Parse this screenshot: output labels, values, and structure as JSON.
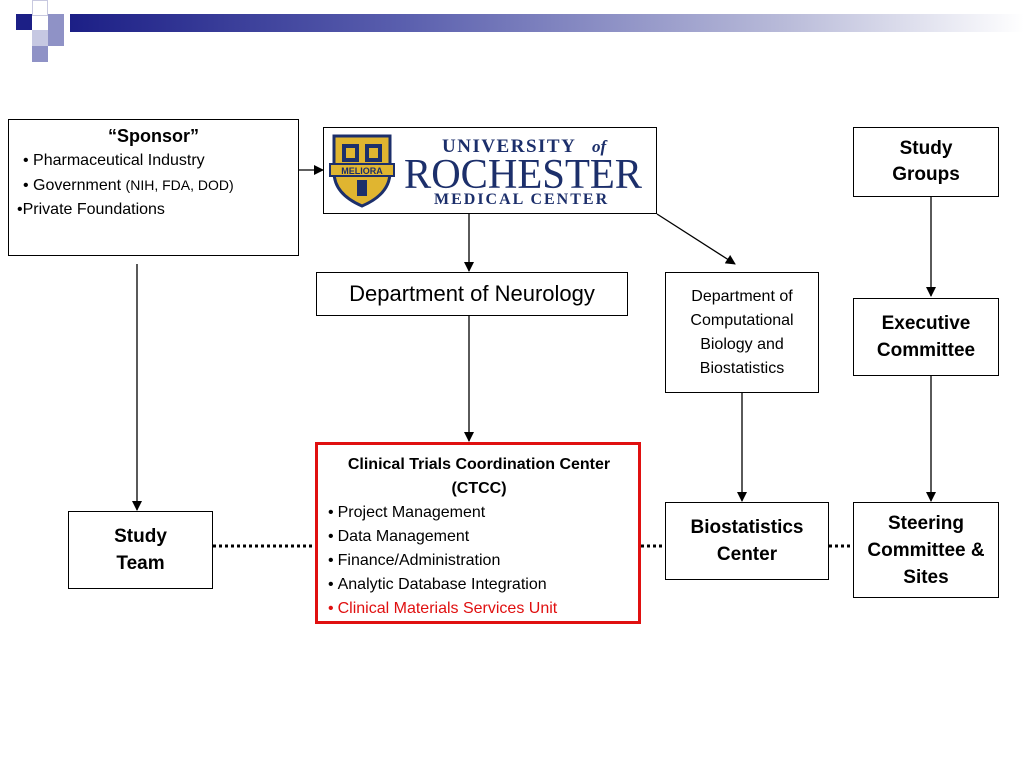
{
  "sponsor": {
    "title": "“Sponsor”",
    "items": [
      {
        "main": "Pharmaceutical Industry",
        "sub": ""
      },
      {
        "main": "Government",
        "sub": "(NIH, FDA, DOD)"
      },
      {
        "main": "Private Foundations",
        "sub": ""
      }
    ]
  },
  "logo": {
    "line1": "UNIVERSITY",
    "of": "of",
    "line2": "ROCHESTER",
    "line3": "MEDICAL CENTER",
    "crest_text": "MELIORA",
    "colors": {
      "navy": "#1c2f6b",
      "gold": "#e0b530"
    }
  },
  "study_groups": "Study Groups",
  "neurology": "Department of Neurology",
  "biostat_dept": "Department of Computational Biology and Biostatistics",
  "executive": "Executive Committee",
  "ctcc": {
    "title": "Clinical Trials Coordination Center (CTCC)",
    "items": [
      "Project Management",
      "Data Management",
      "Finance/Administration",
      "Analytic Database Integration"
    ],
    "highlight_item": "Clinical Materials Services Unit",
    "border_color": "#e01010"
  },
  "study_team": "Study Team",
  "biostat_center": "Biostatistics Center",
  "steering": "Steering Committee & Sites",
  "colors": {
    "header": "#1c1f86",
    "highlight": "#e01010"
  }
}
